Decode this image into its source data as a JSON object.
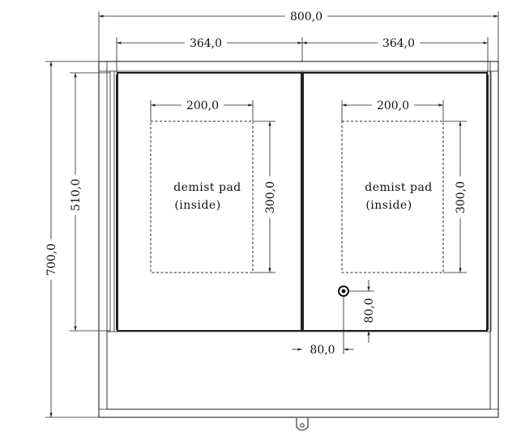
{
  "dimensions": {
    "overall_width": "800,0",
    "left_door_width": "364,0",
    "right_door_width": "364,0",
    "overall_height": "700,0",
    "door_height": "510,0",
    "left_pad_width": "200,0",
    "right_pad_width": "200,0",
    "left_pad_height": "300,0",
    "right_pad_height": "300,0",
    "switch_horizontal": "80,0",
    "switch_vertical": "80,0"
  },
  "notes": {
    "left_pad_line1": "demist pad",
    "left_pad_line2": "(inside)",
    "right_pad_line1": "demist pad",
    "right_pad_line2": "(inside)"
  }
}
